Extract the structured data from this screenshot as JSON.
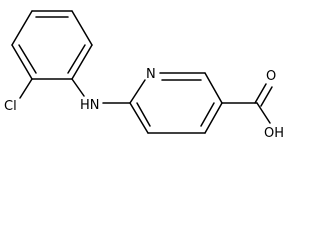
{
  "molecule": {
    "atom_labels": {
      "chlorine": "Cl",
      "amine": "HN",
      "ring_nitrogen": "N",
      "hydroxyl": "OH",
      "carbonyl_oxygen": "O"
    },
    "colors": {
      "bond": "#000000",
      "label": "#000000",
      "background": "#ffffff"
    }
  }
}
